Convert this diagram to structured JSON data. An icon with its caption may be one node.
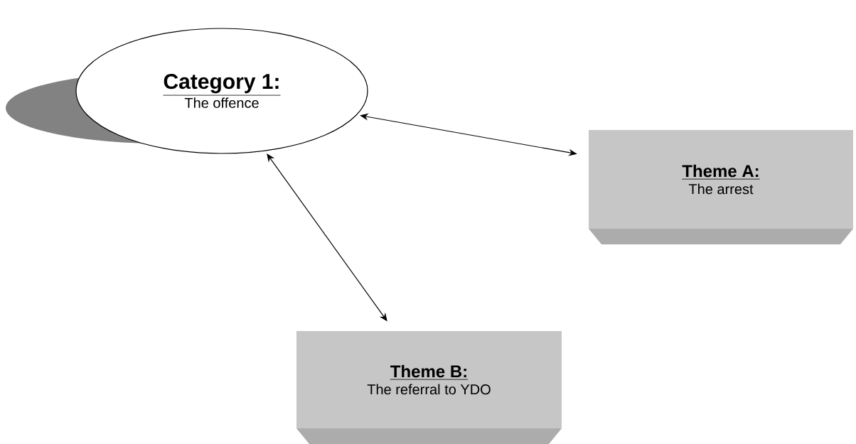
{
  "diagram": {
    "nodes": [
      {
        "text": [
          "Category 1:",
          "The offence"
        ]
      },
      {
        "text": [
          "Theme A:",
          "The arrest"
        ]
      },
      {
        "text": [
          "Theme B:",
          "The referral to YDO"
        ]
      }
    ],
    "edges": [
      {
        "from": 0,
        "to": 1,
        "arrow": "both"
      },
      {
        "from": 0,
        "to": 2,
        "arrow": "both"
      }
    ]
  }
}
